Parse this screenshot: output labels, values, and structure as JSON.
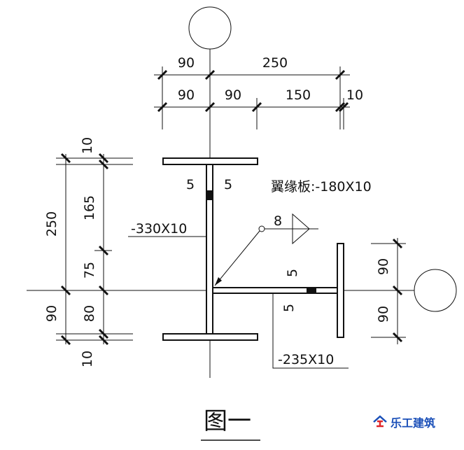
{
  "top_dims": {
    "row1": [
      "90",
      "250"
    ],
    "row2": [
      "90",
      "90",
      "150",
      "10"
    ]
  },
  "left_dims": {
    "outer": [
      "250",
      "90"
    ],
    "inner": [
      "10",
      "165",
      "75",
      "80",
      "10"
    ]
  },
  "right_dims": [
    "90",
    "90"
  ],
  "weld_sizes": [
    "5",
    "5",
    "5",
    "5"
  ],
  "weld_symbol": "8",
  "labels": {
    "flange_plate": "翼缘板:-180X10",
    "web_plate": "-330X10",
    "side_plate": "-235X10"
  },
  "caption": "图一",
  "logo": {
    "text": "乐工建筑",
    "color": "#1a4fb8"
  }
}
